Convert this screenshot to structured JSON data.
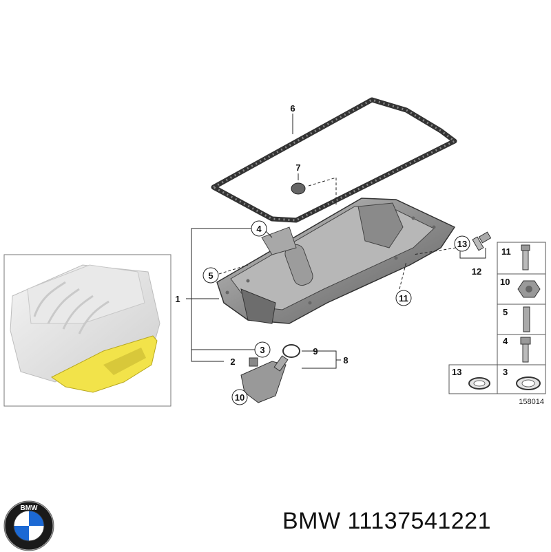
{
  "callouts": {
    "c1": "1",
    "c2": "2",
    "c3": "3",
    "c4": "4",
    "c5": "5",
    "c6": "6",
    "c7": "7",
    "c8": "8",
    "c9": "9",
    "c10": "10",
    "c11": "11",
    "c12": "12",
    "c13": "13"
  },
  "legend": {
    "items": [
      {
        "num": "11",
        "icon": "bolt-icon"
      },
      {
        "num": "10",
        "icon": "hex-nut-icon"
      },
      {
        "num": "5",
        "icon": "stud-icon"
      },
      {
        "num": "4",
        "icon": "socket-screw-icon"
      },
      {
        "num": "13",
        "icon": "sealing-ring-icon"
      },
      {
        "num": "3",
        "icon": "sealing-ring-icon"
      }
    ]
  },
  "diagram_ref": "158014",
  "logo_lettering": "BMW",
  "caption": {
    "brand": "BMW",
    "part_number": "11137541221"
  },
  "colors": {
    "highlight": "#f2e34a",
    "line": "#222222",
    "part_gray": "#9a9a9a"
  }
}
